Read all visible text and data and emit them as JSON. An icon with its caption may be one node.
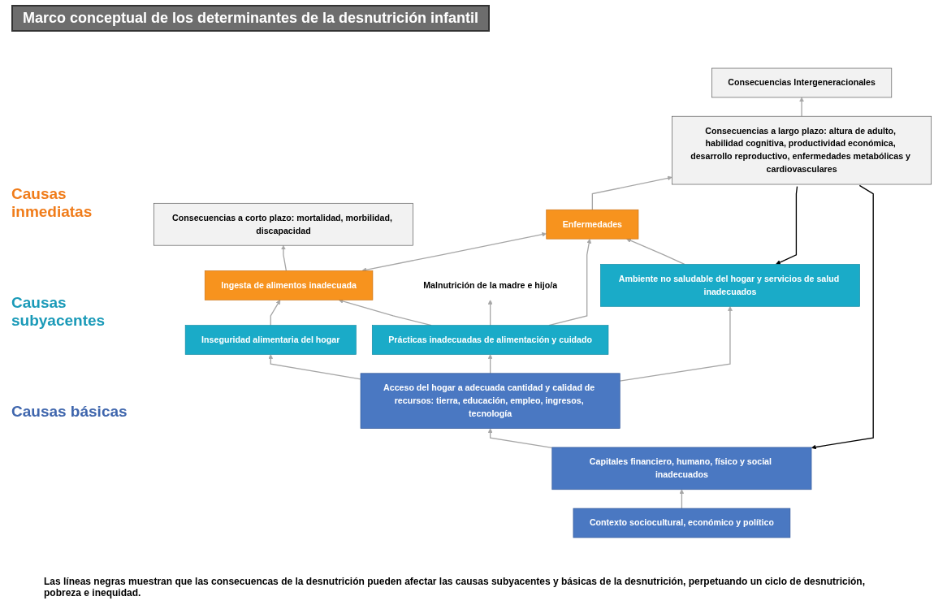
{
  "diagram": {
    "title": "Marco conceptual de los determinantes de la desnutrición infantil",
    "caption": "Las líneas negras muestran que las consecuencas de la desnutrición pueden afectar las causas subyacentes y básicas de la desnutrición, perpetuando un ciclo de desnutrición, pobreza e inequidad.",
    "nodes": [
      {
        "text": [
          "Consecuencias Intergeneracionales"
        ]
      },
      {
        "text": [
          "Consecuencias a corto plazo: mortalidad, morbilidad, discapacidad"
        ]
      },
      {
        "text": [
          "Consecuencias a largo plazo: altura de adulto, habilidad cognitiva, productividad económica, desarrollo reproductivo, enfermedades metabólicas y cardiovasculares"
        ]
      },
      {
        "text": [
          "Malnutrición de la madre e hijo/a"
        ]
      },
      {
        "text": [
          "Ingesta de alimentos inadecuada"
        ]
      },
      {
        "text": [
          "Enfermedades"
        ]
      },
      {
        "text": [
          "Inseguridad alimentaria del hogar"
        ]
      },
      {
        "text": [
          "Prácticas inadecuadas de alimentación y cuidado"
        ]
      },
      {
        "text": [
          "Ambiente no saludable del hogar y servicios de salud inadecuados"
        ]
      },
      {
        "text": [
          "Acceso del hogar a adecuada cantidad y calidad de recursos: tierra, educación, empleo, ingresos, tecnología"
        ]
      },
      {
        "text": [
          "Capitales financiero, humano, físico y social inadecuados"
        ]
      },
      {
        "text": [
          "Contexto sociocultural, económico y político"
        ]
      }
    ],
    "edges": [
      {
        "from": 2,
        "to": 0,
        "arrow": "to"
      },
      {
        "from": 4,
        "to": 1,
        "arrow": "to"
      },
      {
        "from": 5,
        "to": 2,
        "arrow": "to"
      },
      {
        "from": 4,
        "to": 5,
        "arrow": "both"
      },
      {
        "from": 7,
        "to": 4,
        "arrow": "to"
      },
      {
        "from": 7,
        "to": 3,
        "arrow": "to"
      },
      {
        "from": 7,
        "to": 5,
        "arrow": "to"
      },
      {
        "from": 6,
        "to": 4,
        "arrow": "to"
      },
      {
        "from": 8,
        "to": 5,
        "arrow": "to"
      },
      {
        "from": 9,
        "to": 6,
        "arrow": "to"
      },
      {
        "from": 9,
        "to": 7,
        "arrow": "to"
      },
      {
        "from": 9,
        "to": 8,
        "arrow": "to"
      },
      {
        "from": 10,
        "to": 9,
        "arrow": "to"
      },
      {
        "from": 11,
        "to": 10,
        "arrow": "to"
      },
      {
        "from": 2,
        "to": 8,
        "arrow": "to",
        "color": "#000000"
      },
      {
        "from": 2,
        "to": 10,
        "arrow": "to",
        "color": "#000000"
      }
    ],
    "labels": [
      "Causas inmediatas",
      "Causas subyacentes",
      "Causas básicas"
    ]
  }
}
